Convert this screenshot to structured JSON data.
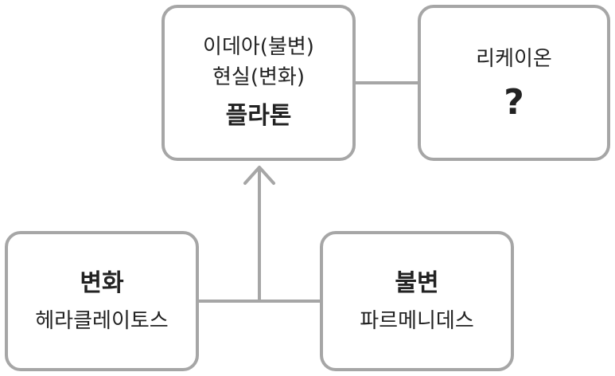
{
  "diagram": {
    "plato": {
      "line1": "이데아(불변)",
      "line2": "현실(변화)",
      "title": "플라톤"
    },
    "lichenon": {
      "name": "리케이온",
      "mark": "?"
    },
    "change": {
      "title": "변화",
      "name": "헤라클레이토스"
    },
    "unchanging": {
      "title": "불변",
      "name": "파르메니데스"
    },
    "colors": {
      "border": "#a6a6a6",
      "connector": "#a6a6a6",
      "text": "#222222"
    }
  }
}
